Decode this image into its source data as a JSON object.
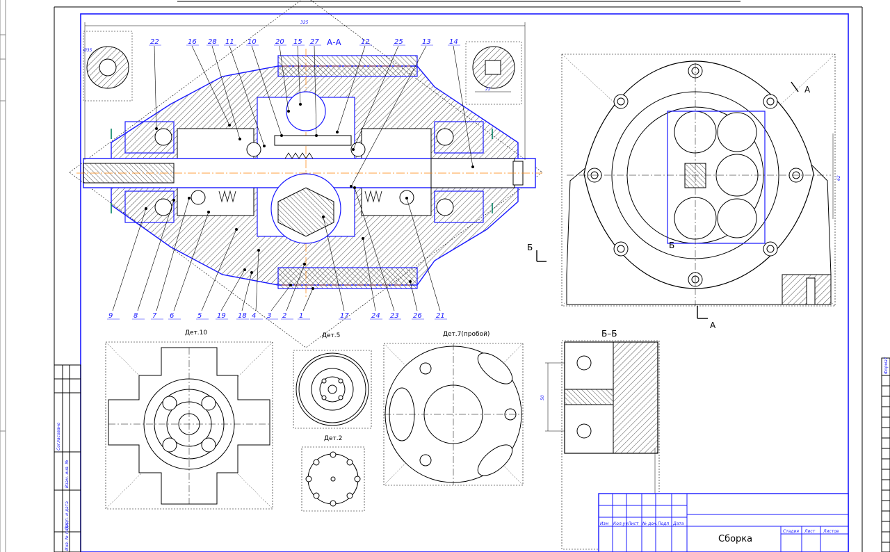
{
  "section_labels": {
    "aa": "А-А",
    "bb": "Б–Б",
    "cut_a_top": "А",
    "cut_a_bottom": "А",
    "cut_b_left": "Б",
    "cut_b_mid": "Б"
  },
  "views": {
    "det10": "Дет.10",
    "det5": "Дет.5",
    "det7": "Дет.7(пробой)",
    "det2": "Дет.2"
  },
  "dimensions": {
    "overall": "325",
    "right_height": "62",
    "bb_height": "50",
    "key_width": "22",
    "hole_d": "Ø35"
  },
  "leaders_top": [
    "22",
    "16",
    "28",
    "11",
    "10",
    "20",
    "15",
    "27",
    "12",
    "25",
    "13",
    "14"
  ],
  "leaders_bottom": [
    "9",
    "8",
    "7",
    "6",
    "5",
    "19",
    "18",
    "4",
    "3",
    "2",
    "1",
    "17",
    "24",
    "23",
    "26",
    "21"
  ],
  "title_block": {
    "title": "Сборка",
    "col_headers": [
      "Изм",
      "Кол.уч",
      "Лист",
      "№ док.",
      "Подп",
      "Дата"
    ],
    "right_headers": [
      "Стадия",
      "Лист",
      "Листов"
    ]
  },
  "left_strip": [
    "Согласовано",
    "Взам. инв. №",
    "Подп. и дата",
    "Инв. № подл."
  ],
  "right_stamp": "Формат",
  "colors": {
    "blue_outline": "#1a1aff",
    "black": "#000000",
    "orange_axis": "#ff8000",
    "green_mark": "#008060"
  }
}
